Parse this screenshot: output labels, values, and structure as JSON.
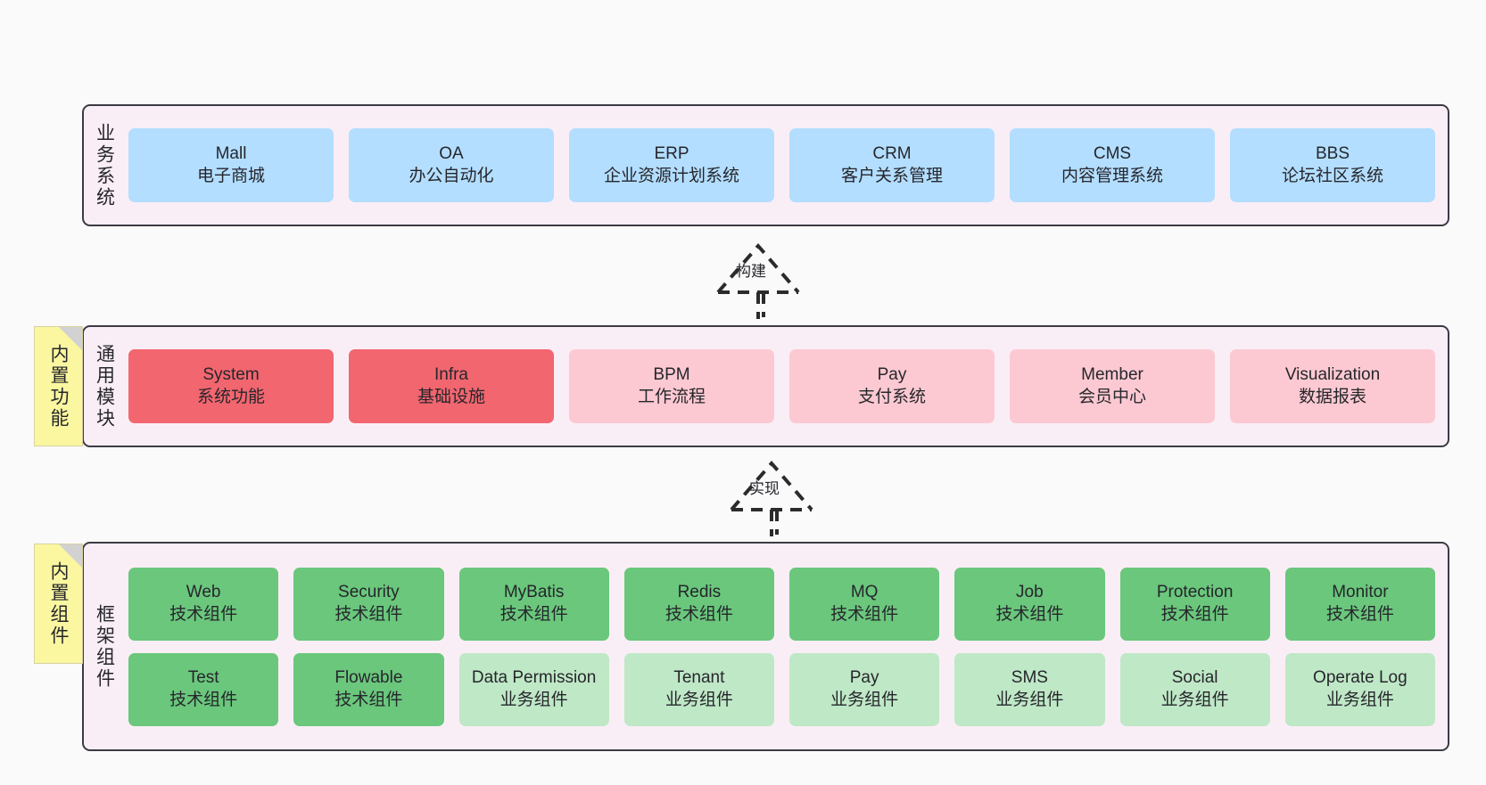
{
  "diagram": {
    "title": "",
    "background": "#fafafa",
    "panel_fill": "#faeef6",
    "panel_border": "#3c3b45",
    "colors": {
      "business": "#b3deff",
      "module_core": "#f2666f",
      "module_optional": "#fcc9d2",
      "framework_tech": "#6ac77c",
      "framework_biz": "#bfe8c6",
      "sticky": "#fbf7a0"
    }
  },
  "layers": {
    "business": {
      "title": "业务系统",
      "items": [
        {
          "en": "Mall",
          "cn": "电子商城",
          "color": "blue"
        },
        {
          "en": "OA",
          "cn": "办公自动化",
          "color": "blue"
        },
        {
          "en": "ERP",
          "cn": "企业资源计划系统",
          "color": "blue"
        },
        {
          "en": "CRM",
          "cn": "客户关系管理",
          "color": "blue"
        },
        {
          "en": "CMS",
          "cn": "内容管理系统",
          "color": "blue"
        },
        {
          "en": "BBS",
          "cn": "论坛社区系统",
          "color": "blue"
        }
      ]
    },
    "modules": {
      "title": "通用模块",
      "sticky": "内置功能",
      "items": [
        {
          "en": "System",
          "cn": "系统功能",
          "color": "red"
        },
        {
          "en": "Infra",
          "cn": "基础设施",
          "color": "red"
        },
        {
          "en": "BPM",
          "cn": "工作流程",
          "color": "pink"
        },
        {
          "en": "Pay",
          "cn": "支付系统",
          "color": "pink"
        },
        {
          "en": "Member",
          "cn": "会员中心",
          "color": "pink"
        },
        {
          "en": "Visualization",
          "cn": "数据报表",
          "color": "pink"
        }
      ]
    },
    "framework": {
      "title": "框架组件",
      "sticky": "内置组件",
      "row1": [
        {
          "en": "Web",
          "cn": "技术组件",
          "color": "green"
        },
        {
          "en": "Security",
          "cn": "技术组件",
          "color": "green"
        },
        {
          "en": "MyBatis",
          "cn": "技术组件",
          "color": "green"
        },
        {
          "en": "Redis",
          "cn": "技术组件",
          "color": "green"
        },
        {
          "en": "MQ",
          "cn": "技术组件",
          "color": "green"
        },
        {
          "en": "Job",
          "cn": "技术组件",
          "color": "green"
        },
        {
          "en": "Protection",
          "cn": "技术组件",
          "color": "green"
        },
        {
          "en": "Monitor",
          "cn": "技术组件",
          "color": "green"
        }
      ],
      "row2": [
        {
          "en": "Test",
          "cn": "技术组件",
          "color": "green"
        },
        {
          "en": "Flowable",
          "cn": "技术组件",
          "color": "green"
        },
        {
          "en": "Data Permission",
          "cn": "业务组件",
          "color": "greenlight"
        },
        {
          "en": "Tenant",
          "cn": "业务组件",
          "color": "greenlight"
        },
        {
          "en": "Pay",
          "cn": "业务组件",
          "color": "greenlight"
        },
        {
          "en": "SMS",
          "cn": "业务组件",
          "color": "greenlight"
        },
        {
          "en": "Social",
          "cn": "业务组件",
          "color": "greenlight"
        },
        {
          "en": "Operate Log",
          "cn": "业务组件",
          "color": "greenlight"
        }
      ]
    }
  },
  "connectors": [
    {
      "label": "构建",
      "from": "通用模块",
      "to": "业务系统"
    },
    {
      "label": "实现",
      "from": "框架组件",
      "to": "通用模块"
    }
  ]
}
